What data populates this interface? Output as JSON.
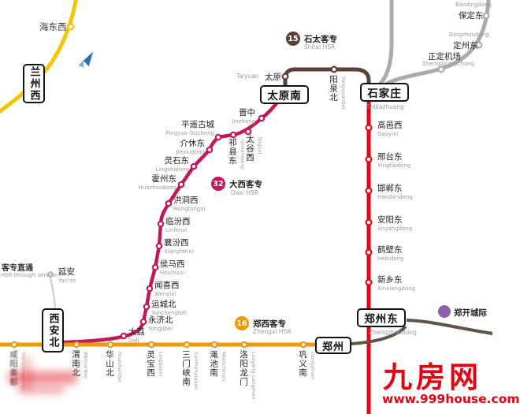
{
  "note": {
    "line1": "客专直通",
    "line2": "HSR through service"
  },
  "watermark": {
    "name": "九房网",
    "url": "www.999house.com",
    "color": "#e60012"
  },
  "lines": {
    "northwest": {
      "color": "#f7c600",
      "stations": [
        {
          "zh": "海东西"
        },
        {
          "zh": "兰州西",
          "major": true
        }
      ]
    },
    "yanan": {
      "zh": "延安",
      "en": "Yan'an",
      "color": "#c8c8c8"
    },
    "shitai": {
      "id": "15",
      "name_zh": "石太客专",
      "name_en": "Shitai HSR",
      "color": "#5d4037",
      "stations": [
        {
          "zh": "太原",
          "en": "Taiyuan"
        },
        {
          "zh": "阳泉北",
          "en": "Yangquanbei"
        }
      ]
    },
    "jingguang_north": {
      "color": "#ababab",
      "stations": [
        {
          "zh": "保定东",
          "en": "Baodingdong"
        },
        {
          "zh": "定州东",
          "en": "Dingzhoudong"
        },
        {
          "zh": "正定机场",
          "en": "Zhengding-Jichang"
        }
      ]
    },
    "jingguang_south": {
      "color": "#e60012",
      "stations": [
        {
          "zh": "石家庄",
          "en": "Shijiazhuang",
          "major": true
        },
        {
          "zh": "高邑西",
          "en": "Gaoyixi"
        },
        {
          "zh": "邢台东",
          "en": "Xingtaidong"
        },
        {
          "zh": "邯郸东",
          "en": "Handandong"
        },
        {
          "zh": "安阳东",
          "en": "Anyangdong"
        },
        {
          "zh": "鹤壁东",
          "en": "Hebidong"
        },
        {
          "zh": "新乡东",
          "en": "Xinxiangdong"
        },
        {
          "zh": "郑州东",
          "en": "Zhengzhoudong",
          "major": true
        }
      ]
    },
    "daxi": {
      "id": "32",
      "name_zh": "大西客专",
      "name_en": "Daxi HSR",
      "color": "#c2185b",
      "stations": [
        {
          "zh": "太原南",
          "major": true
        },
        {
          "zh": "晋中",
          "en": "Jinzhong"
        },
        {
          "zh": "太谷西",
          "en": "Taiguxi"
        },
        {
          "zh": "祁县东",
          "en": "Qixiandong"
        },
        {
          "zh": "平遥古城",
          "en": "Pingyao-Gucheng"
        },
        {
          "zh": "介休东",
          "en": "Jiexiudong"
        },
        {
          "zh": "灵石东",
          "en": "Lingshidong"
        },
        {
          "zh": "霍州东",
          "en": "Huozhoudong"
        },
        {
          "zh": "洪洞西",
          "en": "Hongtongxi"
        },
        {
          "zh": "临汾西",
          "en": "Linfenxi"
        },
        {
          "zh": "襄汾西",
          "en": "Xiangfenxi"
        },
        {
          "zh": "侯马西",
          "en": "Houmaxi"
        },
        {
          "zh": "闻喜西",
          "en": "Wenxixi"
        },
        {
          "zh": "运城北",
          "en": "Yunchengbei"
        },
        {
          "zh": "永济北",
          "en": "Yongjibei"
        },
        {
          "zh": "大荔",
          "en": "Dali"
        },
        {
          "zh": "西安北",
          "major": true
        }
      ]
    },
    "zhengxi": {
      "id": "16",
      "name_zh": "郑西客专",
      "name_en": "Zhengxi HSR",
      "color": "#f39800",
      "stations": [
        {
          "zh": "咸阳秦都",
          "en": "Xianyangqindu"
        },
        {
          "zh": "渭南北",
          "en": "Weinanbei"
        },
        {
          "zh": "华山北",
          "en": "Huashanbei"
        },
        {
          "zh": "灵宝西",
          "en": "Lingbaoxi"
        },
        {
          "zh": "三门峡南",
          "en": "Sanmenxianan"
        },
        {
          "zh": "渑池南",
          "en": "Mianchinan"
        },
        {
          "zh": "洛阳龙门",
          "en": "Luoyang-Longmen"
        },
        {
          "zh": "巩义南",
          "en": "Gongyinan"
        },
        {
          "zh": "郑州",
          "major": true
        }
      ]
    },
    "zhengkai": {
      "name_zh": "郑开城际",
      "color": "#5f5449",
      "badge_color": "#8a63aa"
    }
  }
}
